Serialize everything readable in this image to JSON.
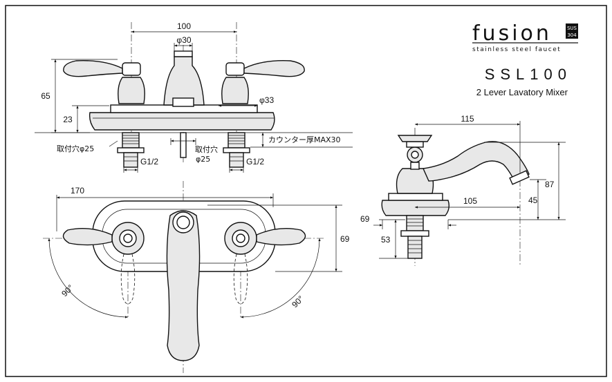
{
  "brand": {
    "name": "fusion",
    "badge_line1": "SUS",
    "badge_line2": "304",
    "tagline": "stainless steel faucet"
  },
  "product": {
    "model": "SSL100",
    "description": "2 Lever Lavatory Mixer"
  },
  "front_view": {
    "center_distance": "100",
    "spout_diameter": "φ30",
    "height_total": "65",
    "height_base": "23",
    "handle_diameter": "φ33",
    "mount_hole_left": "取付穴φ25",
    "mount_hole_center_line1": "取付穴",
    "mount_hole_center_line2": "φ25",
    "thread_left": "G1/2",
    "thread_right": "G1/2",
    "counter_thickness": "カウンター厚MAX30"
  },
  "top_view": {
    "overall_width": "170",
    "depth": "69",
    "rotation_left": "90°",
    "rotation_right": "90°"
  },
  "side_view": {
    "spout_reach": "115",
    "outlet_offset": "105",
    "overall_height": "87",
    "outlet_height": "45",
    "base_depth": "69",
    "shank_length": "53"
  },
  "colors": {
    "line": "#111111",
    "fill": "#e8e8e8",
    "background": "#ffffff"
  }
}
